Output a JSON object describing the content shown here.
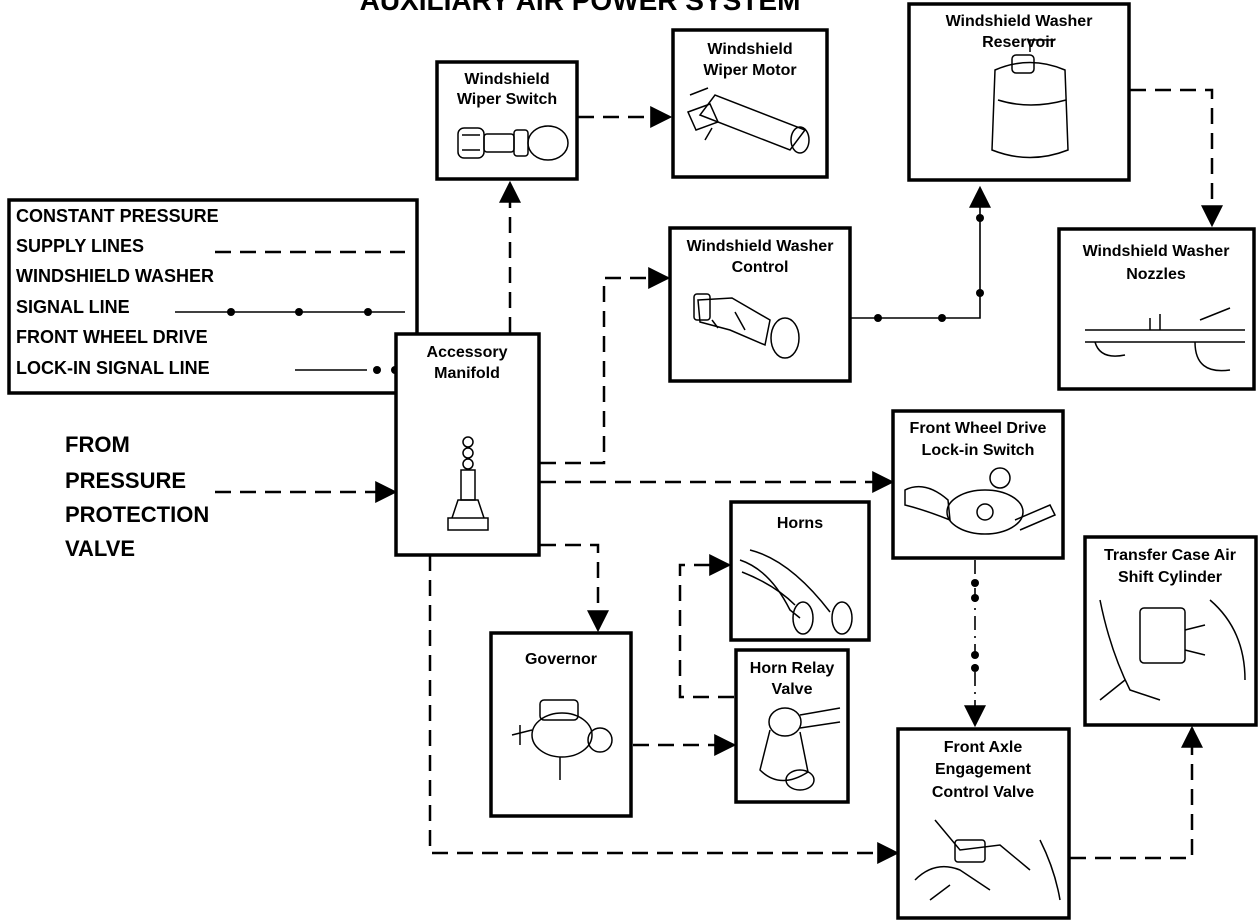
{
  "title": "AUXILIARY AIR POWER SYSTEM",
  "source": [
    "FROM",
    "PRESSURE",
    "PROTECTION",
    "VALVE"
  ],
  "legend": {
    "constant_pressure": [
      "CONSTANT PRESSURE",
      "SUPPLY LINES"
    ],
    "washer_signal": [
      "WINDSHIELD WASHER",
      "SIGNAL LINE"
    ],
    "fwd_signal": [
      "FRONT WHEEL DRIVE",
      "LOCK-IN SIGNAL LINE"
    ]
  },
  "components": {
    "wiper_switch": [
      "Windshield",
      "Wiper Switch"
    ],
    "wiper_motor": [
      "Windshield",
      "Wiper Motor"
    ],
    "washer_reservoir": [
      "Windshield Washer",
      "Reservoir"
    ],
    "washer_control": [
      "Windshield Washer",
      "Control"
    ],
    "washer_nozzles": [
      "Windshield Washer",
      "Nozzles"
    ],
    "accessory_manifold": [
      "Accessory",
      "Manifold"
    ],
    "fwd_lockin_switch": [
      "Front Wheel Drive",
      "Lock-in Switch"
    ],
    "horns": [
      "Horns"
    ],
    "governor": [
      "Governor"
    ],
    "horn_relay_valve": [
      "Horn Relay",
      "Valve"
    ],
    "transfer_case": [
      "Transfer Case Air",
      "Shift Cylinder"
    ],
    "front_axle_valve": [
      "Front Axle",
      "Engagement",
      "Control Valve"
    ]
  }
}
